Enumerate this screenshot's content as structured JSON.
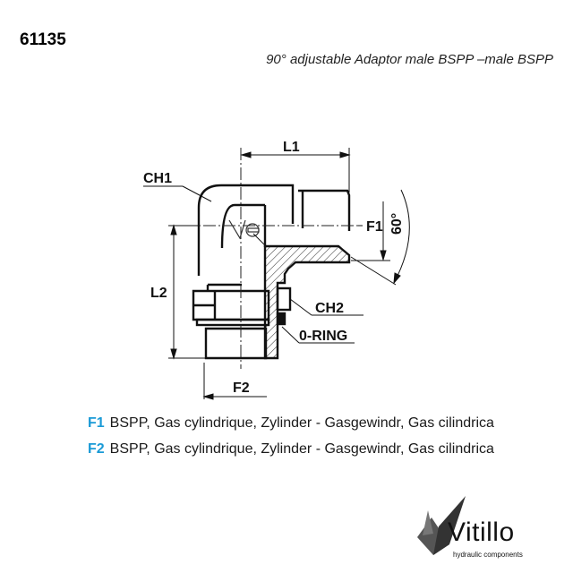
{
  "header": {
    "code": "61135",
    "description": "90° adjustable Adaptor male BSPP –male BSPP"
  },
  "drawing": {
    "labels": {
      "l1": "L1",
      "l2": "L2",
      "ch1": "CH1",
      "ch2": "CH2",
      "f1": "F1",
      "f2": "F2",
      "oring": "0-RING",
      "angle": "60°"
    }
  },
  "specs": [
    {
      "key": "F1",
      "text": "BSPP,  Gas cylindrique, Zylinder -  Gasgewindr,  Gas cilindrica"
    },
    {
      "key": "F2",
      "text": "BSPP,  Gas cylindrique, Zylinder -  Gasgewindr,  Gas cilindrica"
    }
  ],
  "logo": {
    "name": "Vitillo",
    "tagline": "hydraulic components"
  },
  "colors": {
    "accent": "#1a9ad6"
  }
}
